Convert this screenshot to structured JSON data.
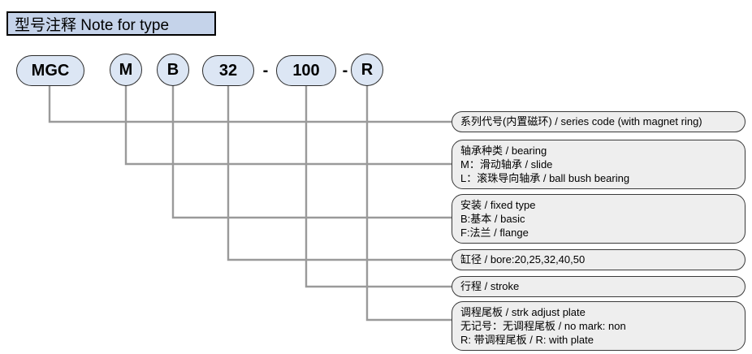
{
  "header": {
    "title": "型号注释 Note for type"
  },
  "code_string": {
    "segments": [
      {
        "name": "series",
        "label": "MGC"
      },
      {
        "name": "bearing",
        "label": "M"
      },
      {
        "name": "mount",
        "label": "B"
      },
      {
        "name": "bore",
        "label": "32"
      },
      {
        "name": "stroke",
        "label": "100"
      },
      {
        "name": "plate",
        "label": "R"
      }
    ],
    "separator": "-"
  },
  "callouts": [
    {
      "id": "series-code",
      "lines": [
        "系列代号(内置磁环) / series code (with magnet ring)"
      ]
    },
    {
      "id": "bearing-type",
      "lines": [
        "轴承种类 / bearing",
        "M：滑动轴承 / slide",
        "L：滚珠导向轴承 / ball bush bearing"
      ]
    },
    {
      "id": "fixed-type",
      "lines": [
        "安装 / fixed type",
        "B:基本 / basic",
        "F:法兰 / flange"
      ]
    },
    {
      "id": "bore-size",
      "lines": [
        "缸径 / bore:20,25,32,40,50"
      ]
    },
    {
      "id": "stroke",
      "lines": [
        "行程 / stroke"
      ]
    },
    {
      "id": "strk-adjust-plate",
      "lines": [
        "调程尾板 / strk adjust plate",
        "无记号：无调程尾板 / no mark: non",
        "R: 带调程尾板 / R: with plate"
      ]
    }
  ],
  "colors": {
    "title_fill": "#c5d3ea",
    "bubble_fill": "#dce6f4",
    "callout_fill": "#eeeeee",
    "line": "#9a9a9a",
    "border": "#2b2b2b"
  }
}
